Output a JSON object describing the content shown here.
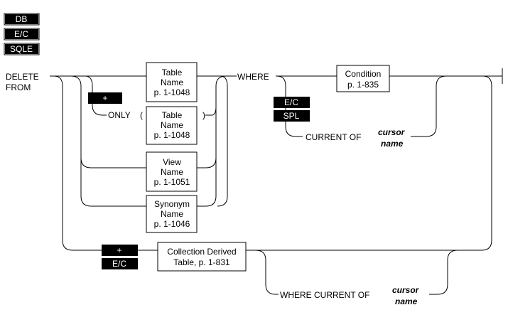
{
  "badges": {
    "db": "DB",
    "ec": "E/C",
    "sqle": "SQLE"
  },
  "keywords": {
    "delete": "DELETE",
    "from": "FROM",
    "where": "WHERE",
    "only": "ONLY",
    "open_paren": "(",
    "close_paren": ")",
    "current_of": "CURRENT OF",
    "where_current_of": "WHERE CURRENT OF"
  },
  "tags": {
    "plus_only": "+",
    "ec_where": "E/C",
    "spl_where": "SPL",
    "plus_collection": "+",
    "ec_collection": "E/C"
  },
  "boxes": {
    "table_name_1": [
      "Table",
      "Name",
      "p. 1-1048"
    ],
    "table_name_2": [
      "Table",
      "Name",
      "p. 1-1048"
    ],
    "view_name": [
      "View",
      "Name",
      "p. 1-1051"
    ],
    "synonym_name": [
      "Synonym",
      "Name",
      "p. 1-1046"
    ],
    "condition": [
      "Condition",
      "p. 1-835"
    ],
    "collection": [
      "Collection Derived",
      "Table, p. 1-831"
    ]
  },
  "cursor_name_1": [
    "cursor",
    "name"
  ],
  "cursor_name_2": [
    "cursor",
    "name"
  ]
}
